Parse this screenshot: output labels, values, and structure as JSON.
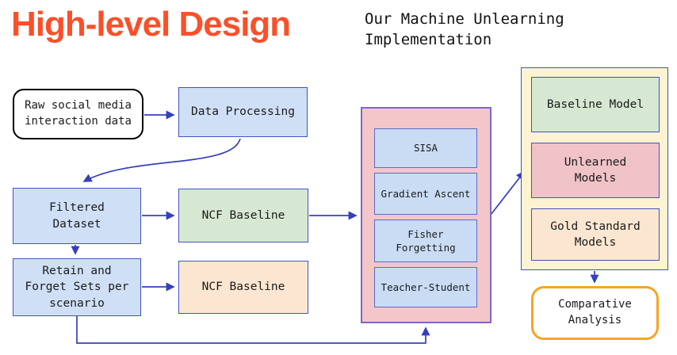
{
  "header": {
    "title": "High-level Design",
    "subtitle": "Our Machine Unlearning\nImplementation"
  },
  "pipeline": {
    "raw_data": "Raw social media\ninteraction data",
    "data_processing": "Data Processing",
    "filtered_dataset": "Filtered\nDataset",
    "ncf_baseline_full": "NCF Baseline",
    "retain_forget_sets": "Retain and\nForget Sets per\nscenario",
    "ncf_baseline_retrain": "NCF Baseline"
  },
  "unlearning_methods": {
    "items": [
      {
        "label": "SISA"
      },
      {
        "label": "Gradient Ascent"
      },
      {
        "label": "Fisher\nForgetting"
      },
      {
        "label": "Teacher-Student"
      }
    ]
  },
  "model_outputs": {
    "items": [
      {
        "label": "Baseline Model",
        "color": "#d7e8d2"
      },
      {
        "label": "Unlearned\nModels",
        "color": "#f0c3c9"
      },
      {
        "label": "Gold Standard\nModels",
        "color": "#fbe7d1"
      }
    ]
  },
  "comparative_analysis": "Comparative\nAnalysis",
  "colors": {
    "title_orange": "#f9502a",
    "node_border_blue": "#4053c2",
    "node_blue_fill": "#cfe0f6",
    "node_green_fill": "#d7e8d2",
    "node_peach_fill": "#fbe7d1",
    "node_pink_fill": "#f0c3c9",
    "methods_container_fill": "#f3c7ca",
    "methods_container_border": "#7a68c6",
    "models_container_fill": "#fdf3d3",
    "arrow_blue": "#3440bf",
    "comparative_border_orange": "#f5a524"
  }
}
